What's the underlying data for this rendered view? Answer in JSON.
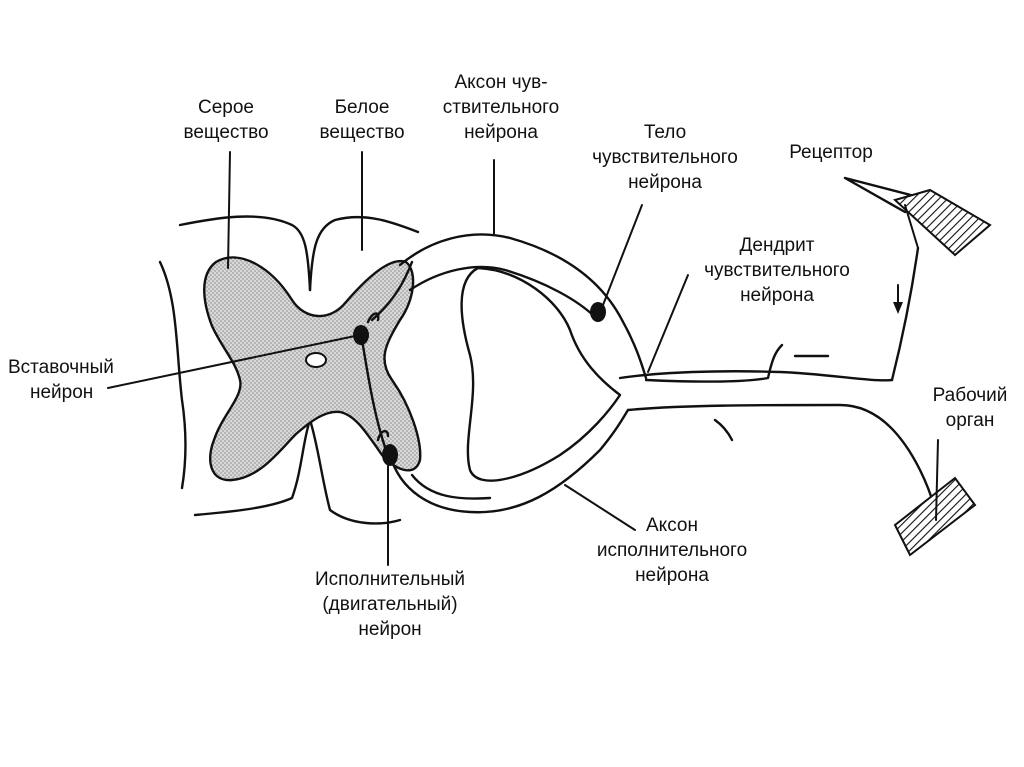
{
  "labels": {
    "grey_matter": [
      "Серое",
      "вещество"
    ],
    "white_matter": [
      "Белое",
      "вещество"
    ],
    "sensory_axon": [
      "Аксон чув-",
      "ствительного",
      "нейрона"
    ],
    "sensory_body": [
      "Тело",
      "чувствительного",
      "нейрона"
    ],
    "receptor": [
      "Рецептор"
    ],
    "sensory_dendrite": [
      "Дендрит",
      "чувствительного",
      "нейрона"
    ],
    "interneuron": [
      "Вставочный",
      "нейрон"
    ],
    "effector": [
      "Рабочий",
      "орган"
    ],
    "motor_axon": [
      "Аксон",
      "исполнительного",
      "нейрона"
    ],
    "motor_neuron": [
      "Исполнительный",
      "(двигательный)",
      "нейрон"
    ]
  },
  "colors": {
    "line": "#111111",
    "grey_matter_fill": "#cfcfcf",
    "background": "#ffffff"
  }
}
